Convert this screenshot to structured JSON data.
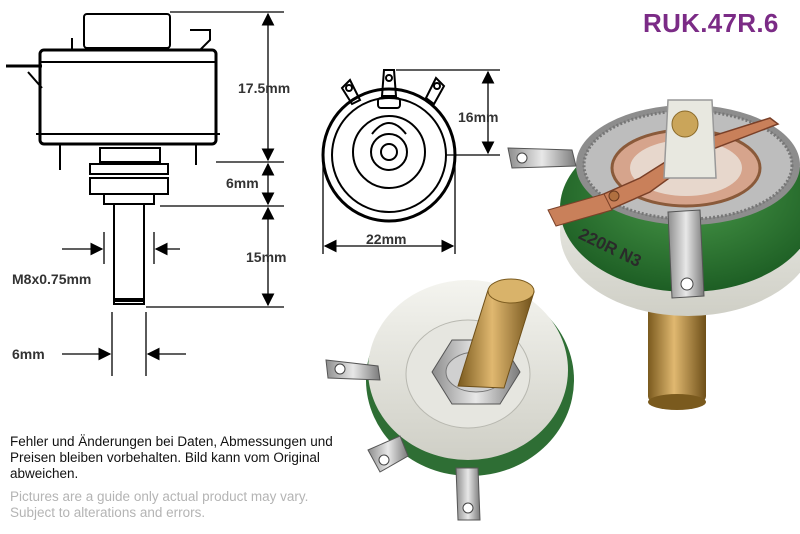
{
  "product": {
    "code": "RUK.47R.6"
  },
  "dimensions": {
    "height_top": "17.5mm",
    "bushing": "6mm",
    "shaft_length": "15mm",
    "thread": "M8x0.75mm",
    "shaft_diameter": "6mm",
    "mount_height": "16mm",
    "body_diameter": "22mm"
  },
  "photo": {
    "resistor_marking": "220R N3"
  },
  "disclaimer": {
    "de_lines": [
      "Fehler und Änderungen bei Daten, Abmessungen und",
      "Preisen bleiben vorbehalten. Bild kann vom Original",
      "abweichen."
    ],
    "en_lines": [
      "Pictures are a guide only actual product may vary.",
      "Subject to alterations and errors."
    ]
  },
  "colors": {
    "title": "#7b2b86",
    "dimension_text": "#333333",
    "disclaimer_en": "#b4b4b4"
  }
}
